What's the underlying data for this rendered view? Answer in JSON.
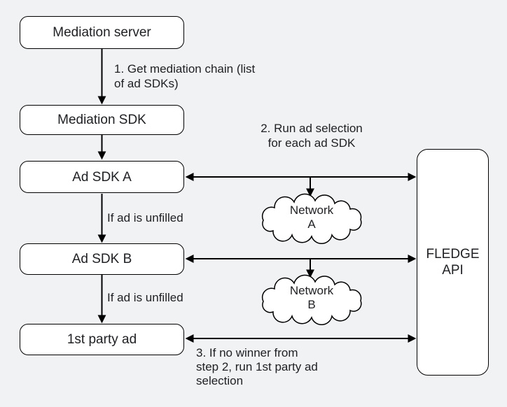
{
  "colors": {
    "background": "#f1f2f4",
    "node_fill": "#ffffff",
    "stroke": "#000000",
    "text": "#202124"
  },
  "nodes": {
    "mediation_server": {
      "label": "Mediation server"
    },
    "mediation_sdk": {
      "label": "Mediation SDK"
    },
    "ad_sdk_a": {
      "label": "Ad SDK A"
    },
    "ad_sdk_b": {
      "label": "Ad SDK B"
    },
    "first_party_ad": {
      "label": "1st party ad"
    },
    "fledge_api": {
      "label": "FLEDGE\nAPI"
    }
  },
  "clouds": {
    "network_a": {
      "label": "Network\nA"
    },
    "network_b": {
      "label": "Network\nB"
    }
  },
  "annotations": {
    "step1": "1. Get mediation chain (list\nof ad SDKs)",
    "step2": "2. Run ad selection\nfor each ad SDK",
    "step3": "3. If no winner from\nstep 2, run 1st party ad\nselection",
    "unfilled_a": "If ad is unfilled",
    "unfilled_b": "If ad is unfilled"
  }
}
